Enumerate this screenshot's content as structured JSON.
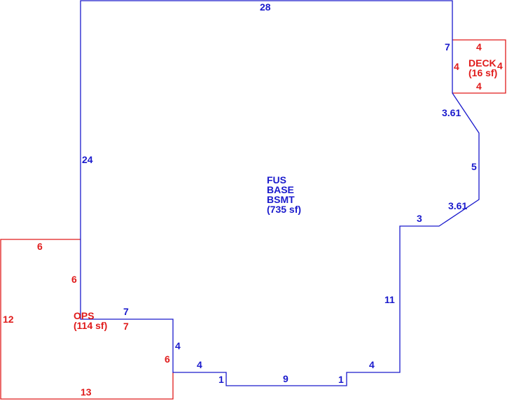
{
  "colors": {
    "main": "#1a1acc",
    "addon": "#e01b1b",
    "background": "#ffffff"
  },
  "main_area": {
    "labels": [
      "FUS",
      "BASE",
      "BSMT"
    ],
    "area": "(735 sf)",
    "dimensions": {
      "top": "28",
      "left": "24",
      "right_upper": "7",
      "diag_upper": "3.61",
      "right_mid": "5",
      "diag_lower": "3.61",
      "step_top": "3",
      "step_right": "11",
      "bottom_right": "4",
      "notch_right": "1",
      "notch_bottom": "9",
      "notch_left": "1",
      "bottom_left": "4",
      "step_down": "4",
      "ledge": "7"
    }
  },
  "deck": {
    "label": "DECK",
    "area": "(16 sf)",
    "dimensions": {
      "top": "4",
      "left": "4",
      "right": "4",
      "bottom": "4"
    }
  },
  "ops": {
    "label": "OPS",
    "area": "(114 sf)",
    "dimensions": {
      "top": "6",
      "left": "12",
      "bottom": "13",
      "upper_right": "6",
      "ledge": "7",
      "lower_right": "6"
    }
  }
}
